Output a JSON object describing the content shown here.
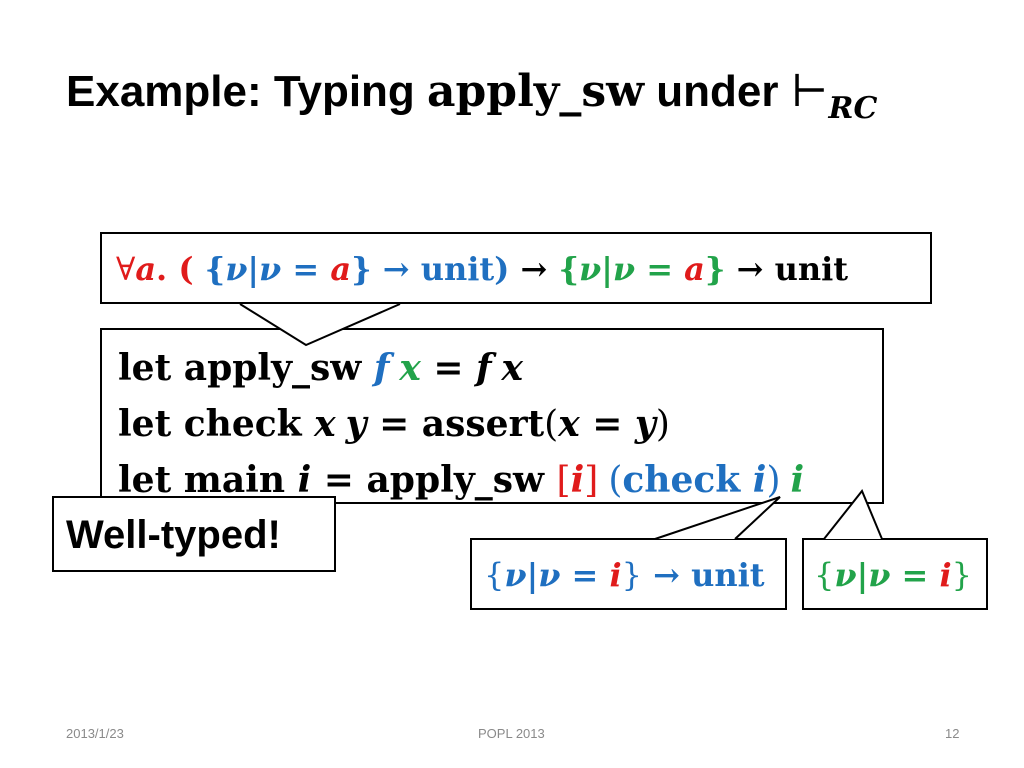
{
  "slide": {
    "title_prefix": "Example: Typing ",
    "title_code": "apply_sw",
    "title_middle": " under ",
    "title_turnstile": "⊢",
    "title_subscript": "RC"
  },
  "signature": {
    "forall": "∀",
    "a": "a",
    "dot": ". ( ",
    "open1": "{",
    "nu1": "ν",
    "bar1": "|",
    "nu2": "ν",
    "eq1": " = ",
    "a1": "a",
    "close1": "}",
    "arrow1": " → ",
    "unit1": "unit",
    "paren_close": ")",
    "arrow2": " → ",
    "open2": "{",
    "nu3": "ν",
    "bar2": "|",
    "nu4": "ν",
    "eq2": " = ",
    "a2": "a",
    "close2": "}",
    "arrow3": " → ",
    "unit2": "unit"
  },
  "code": {
    "line1": {
      "kw": "let ",
      "name": "apply_sw ",
      "f": "f",
      "x": "x",
      "eq": " = ",
      "f2": "f",
      "x2": "x"
    },
    "line2": {
      "kw": "let ",
      "name": "check ",
      "x": "x",
      "y": "y",
      "eq": " = ",
      "assert": "assert",
      "open": "(",
      "x2": "x",
      "eq2": " = ",
      "y2": "y",
      "close": ")"
    },
    "line3": {
      "kw": "let ",
      "name": "main ",
      "i": "i",
      "eq": " = ",
      "apply": "apply_sw ",
      "lb": "[",
      "i2": "i",
      "rb": "]",
      "po": "(",
      "check": "check ",
      "i3": "i",
      "pc": ")",
      "i4": "i"
    }
  },
  "badge": {
    "label": "Well-typed!"
  },
  "callout1": {
    "open": "{",
    "nu1": "ν",
    "bar": "|",
    "nu2": "ν",
    "eq": " = ",
    "i": "i",
    "close": "}",
    "arrow": " → ",
    "unit": "unit"
  },
  "callout2": {
    "open": "{",
    "nu1": "ν",
    "bar": "|",
    "nu2": "ν",
    "eq": " = ",
    "i": "i",
    "close": "}"
  },
  "footer": {
    "date": "2013/1/23",
    "venue": "POPL 2013",
    "page": "12"
  },
  "colors": {
    "red": "#e01b1b",
    "blue": "#1f6fc0",
    "green": "#22a34a"
  }
}
